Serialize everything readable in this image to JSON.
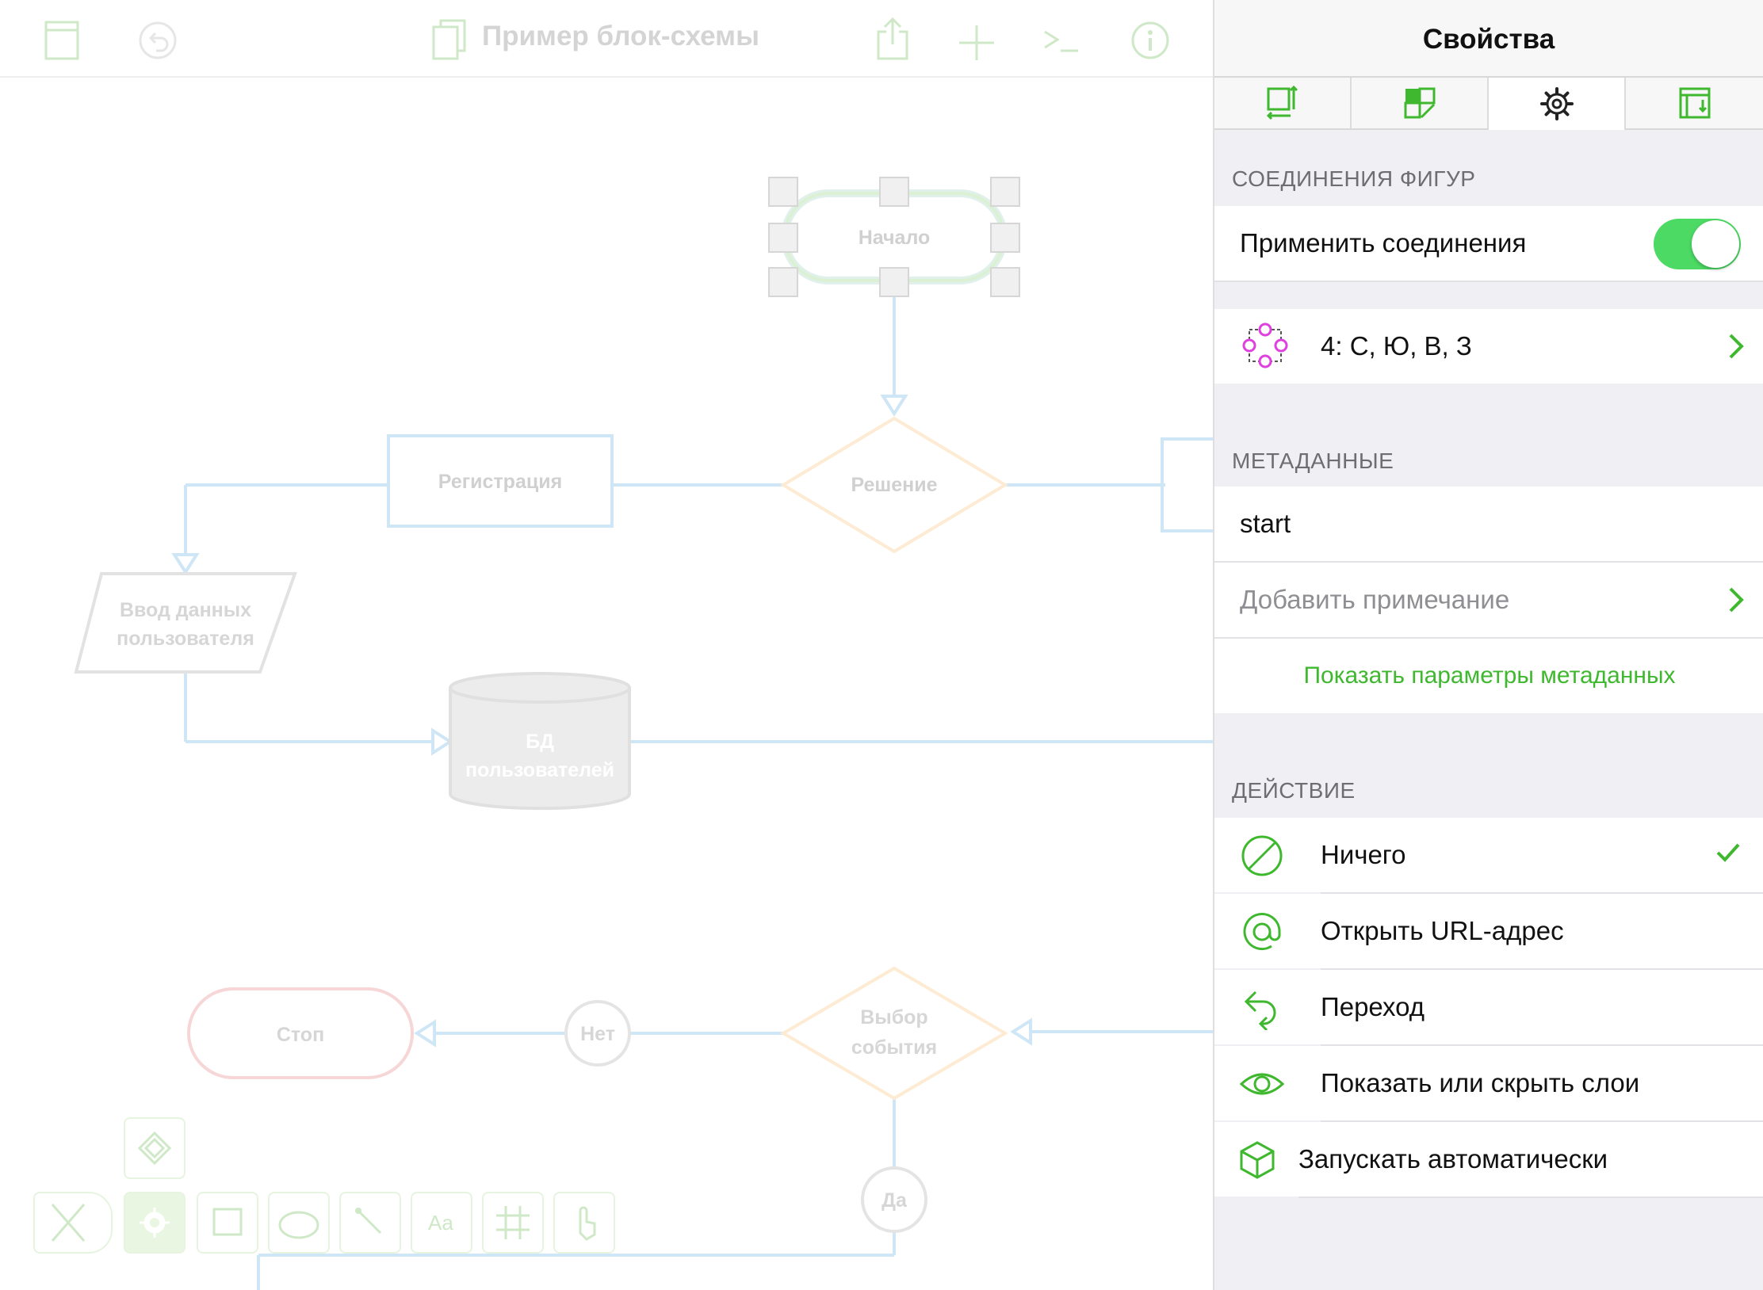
{
  "document": {
    "title": "Пример блок-схемы"
  },
  "diagram": {
    "nodes": {
      "start": "Начало",
      "decision": "Решение",
      "registration": "Регистрация",
      "input_line1": "Ввод данных",
      "input_line2": "пользователя",
      "db_line1": "БД",
      "db_line2": "пользователей",
      "event_line1": "Выбор",
      "event_line2": "события",
      "stop": "Стоп",
      "no": "Нет",
      "yes": "Да"
    }
  },
  "panel": {
    "title": "Свойства",
    "tabs": [
      {
        "icon": "geometry-icon"
      },
      {
        "icon": "style-icon"
      },
      {
        "icon": "gear-icon"
      },
      {
        "icon": "canvas-icon"
      }
    ],
    "connections": {
      "section_label": "СОЕДИНЕНИЯ ФИГУР",
      "apply_label": "Применить соединения",
      "apply_on": true,
      "magnets_label": "4: С, Ю, В, З"
    },
    "metadata": {
      "section_label": "МЕТАДАННЫЕ",
      "name_value": "start",
      "note_placeholder": "Добавить примечание",
      "show_params_label": "Показать параметры метаданных"
    },
    "action": {
      "section_label": "ДЕЙСТВИЕ",
      "items": [
        {
          "label": "Ничего",
          "icon": "none-icon",
          "selected": true
        },
        {
          "label": "Открыть URL-адрес",
          "icon": "at-icon",
          "selected": false
        },
        {
          "label": "Переход",
          "icon": "jump-icon",
          "selected": false
        },
        {
          "label": "Показать или скрыть слои",
          "icon": "eye-icon",
          "selected": false
        },
        {
          "label": "Запускать автоматически",
          "icon": "auto-run-icon",
          "selected": false
        }
      ]
    }
  },
  "colors": {
    "accent": "#3fb82f",
    "toggle_on": "#4cd964",
    "magnet": "#e040e0"
  }
}
